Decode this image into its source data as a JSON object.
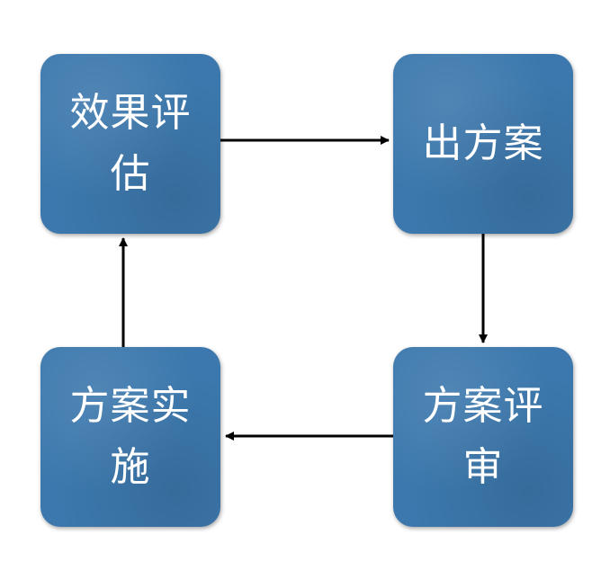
{
  "nodes": {
    "evaluation": "效果评估",
    "proposal": "出方案",
    "review": "方案评审",
    "implementation": "方案实施"
  },
  "colors": {
    "node_fill": "#3c78ad",
    "node_text": "#ffffff",
    "arrow": "#000000"
  }
}
